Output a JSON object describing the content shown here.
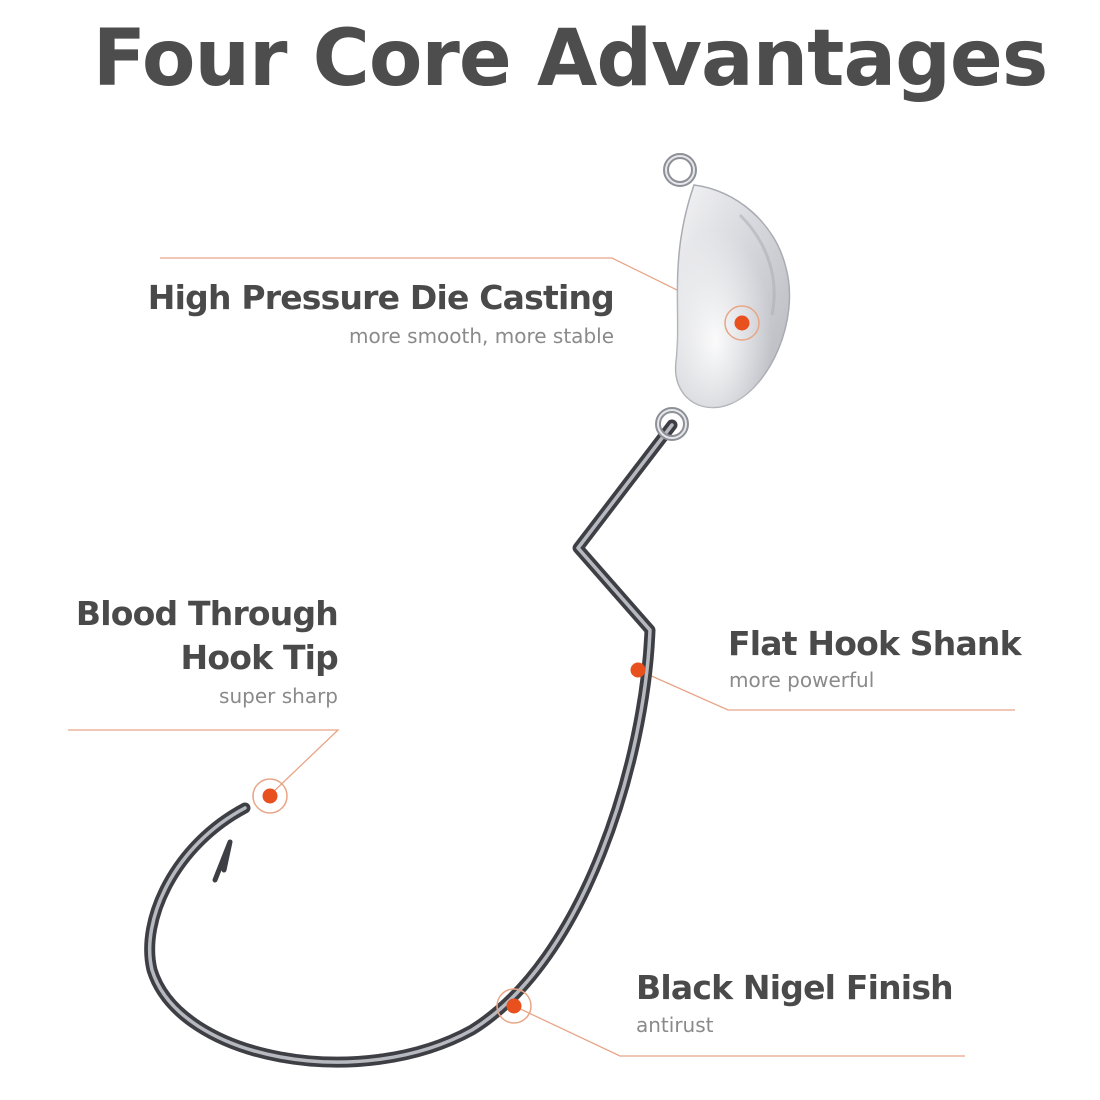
{
  "title": "Four Core Advantages",
  "colors": {
    "accent": "#e8501e",
    "text": "#4a4a4a",
    "subtext": "#8a8a8a",
    "leader": "#e8a586"
  },
  "features": [
    {
      "title": "High Pressure Die Casting",
      "subtitle": "more smooth, more stable"
    },
    {
      "title_line1": "Blood Through",
      "title_line2": "Hook Tip",
      "subtitle": "super sharp"
    },
    {
      "title": "Flat Hook Shank",
      "subtitle": "more powerful"
    },
    {
      "title": "Black Nigel Finish",
      "subtitle": "antirust"
    }
  ]
}
